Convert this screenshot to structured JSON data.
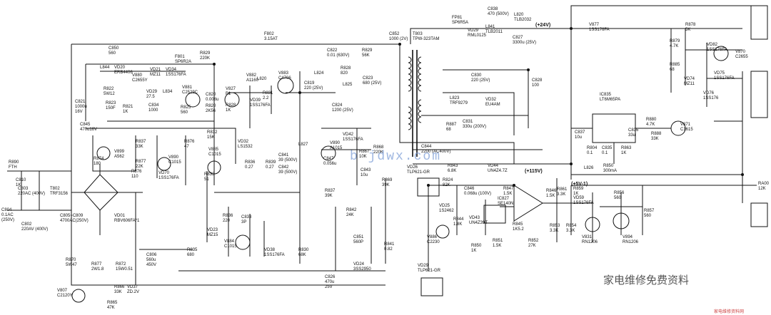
{
  "rails": {
    "plus24": "(+24V)",
    "plus115": "(+115V)",
    "plus5": "(+5V-1)"
  },
  "watermark": {
    "url": "b jdwx.com",
    "text": "家电维修免费资料",
    "corner": "家电维修资料网"
  },
  "labels": {
    "r890": "R890\nFTH",
    "c810": "C810\n1K",
    "c803": "C803\n220AC (400V)",
    "c804": "C804\n0.1AC\n(250V)",
    "t802": "T802\nTRF3156",
    "c802": "C802\n220AV (400V)",
    "c805": "C805~C809\n4700AC(250V)",
    "vd01": "VD01\nRBV606FA*1",
    "r870": "R870\n5W47",
    "r877": "R877\n2W1.8",
    "r872": "R872\n15W0.51",
    "c806": "C806\n560u\n450V",
    "v807": "V807\nC2120Y",
    "r865": "R865\n47K",
    "r866": "R866\n33K",
    "vd37": "VD37\nZD.2V",
    "c850": "C850\n560",
    "l844": "L844",
    "vd20": "VD20\nERB4406",
    "v880": "V880\nC2655Y",
    "vd21": "VD21\nMZ11",
    "vd34": "VD34\n1SS176FA",
    "f801": "F801\nSP6R2A",
    "r829": "R829\n220K",
    "f802": "F802\n3.15AT",
    "r822": "R822\n5W12",
    "r823": "R823\n150F",
    "vd29": "VD29\n27.5",
    "l834": "L834",
    "c834": "C834\n1000",
    "r821": "R821\n1K",
    "c821": "C821\n1000u\n16V",
    "v881": "V881\nC2529C",
    "r825": "R825\n560",
    "c820": "C820\n0.008u",
    "r820": "R820\n2K56",
    "v827": "V827\nB1",
    "r828": "R828\n1K",
    "v882": "V882\nA1160",
    "l820": "L820",
    "r831": "R831\n2.2",
    "v883": "V883\nC4706",
    "vd39": "VD39\n1SS176FA",
    "l824": "L824",
    "c819": "C819\n220 (25V)",
    "c824": "C824\n1200 (25V)",
    "c845": "C845\n470u16V",
    "r874": "R874\n180",
    "v899": "V899\nA562",
    "r837": "R837\n33K",
    "r877b": "R877\n22K",
    "r876": "R876\n110",
    "v890": "V890\nC1015",
    "vd70": "VD70\n1SS176FA",
    "r876b": "R876\n47",
    "r832": "R832\n15K",
    "v885": "V885\nC1015",
    "r833": "R833\n51",
    "vd32": "VD32\nLS1532",
    "r836": "R836\n0.27",
    "r839": "R839\n0.27",
    "c841": "C841\n39 (500V)",
    "c842": "C842\n39 (500V)",
    "l827": "L827",
    "r842": "R842\n24K",
    "c851": "C851\n560P",
    "vd24": "VD24\n3SS2950",
    "c826": "C826\n470u\n25V",
    "r841": "R841\n0.82",
    "r836b": "R836\n220",
    "c833": "C833\n3P",
    "vd23": "VD23\nMZ15",
    "v884": "V884\nC1015",
    "vd38": "VD38\n1SS176FA",
    "r830": "R830\n68K",
    "r835": "R835\n680",
    "c852": "C852\n1000 (2V)",
    "t803": "T803\nTPW-323TAM",
    "c822": "C822\n0.01 (630V)",
    "r829b": "R829\n56K",
    "r828b": "R828\n820",
    "l825": "L825",
    "c823": "C823\n680 (25V)",
    "c838": "C838\n470 (500V)",
    "l841": "L841\nTLB2011",
    "l820b": "L820\nTLB2032",
    "fp81": "FP81\nSP6R5A",
    "vd29b": "VD29\nRML0125",
    "c827": "C827\n3300u (25V)",
    "c830": "C830\n220 (25V)",
    "l823": "L823\nTRF9279",
    "vd32b": "VD32\nEU4AM",
    "c828": "C828\n100",
    "c831": "C831\n330u (200V)",
    "r887": "R887\n68",
    "c844": "C844\n2200 (AC400V)",
    "vd42": "VD42\n1SS176FA",
    "v890b": "V890\nA1015",
    "c847": "C847\n0.056u",
    "r867": "R867\n10K",
    "r868": "R868\n220K",
    "c843": "C843\n10u",
    "r869": "R869\n39K",
    "r837b": "R837\n39K",
    "vd26": "VD26\nTLP621-GR",
    "r824": "R824\n82K",
    "r843": "R843\n6.8K",
    "vd44": "VD44\nUN4Z4.7Z",
    "c846": "C846\n0.068u (100V)",
    "r847": "R847\n1.5K",
    "vd25": "VD25\n1S2462",
    "vd43": "VD43\nUN4Z39T",
    "r844": "R844\n1.8K",
    "ic827": "IC827\nSE140N",
    "r845": "R845\n1K5.2",
    "r846": "R846\n1.5K",
    "v886": "V886\nC2230",
    "r850": "R850\n1K",
    "r851": "R851\n1.5K",
    "r852": "R852\n27K",
    "vd29c": "VD29\nTLP621-GR",
    "r853": "R853\n3.3K",
    "r854": "R854\n3.3K",
    "r861": "R861\n3.3K",
    "r859": "R859\n1K",
    "vd59": "VD59\n1SS176FA",
    "l826": "L826",
    "r850b": "R850\n300mA",
    "r856": "R856\n560",
    "r857": "R857\n560",
    "v831": "V831\nRN1206",
    "v894": "V894\nRN1206",
    "ic835": "IC835\nLT6M65PA",
    "c837": "C837\n10u",
    "r804": "R804\n0.1",
    "c835": "C835\n0.1",
    "r863": "R863\n1K",
    "c836": "C836\n33u",
    "v877": "V877\n1SS176FA",
    "r878": "R878\n5K",
    "r879": "R879\n4.7K",
    "vd82": "VD82\n1SS176FA",
    "v870": "V870\nC2655",
    "r885": "R885\n68",
    "vd74": "VD74\nMZ11",
    "vd75": "VD75\n1SS176FA",
    "vd76": "VD76\n1SS176",
    "r880": "R880\n4.7K",
    "r888": "R888\n33K",
    "v871": "V871\nC1615",
    "ra00": "RA00\n12K"
  }
}
